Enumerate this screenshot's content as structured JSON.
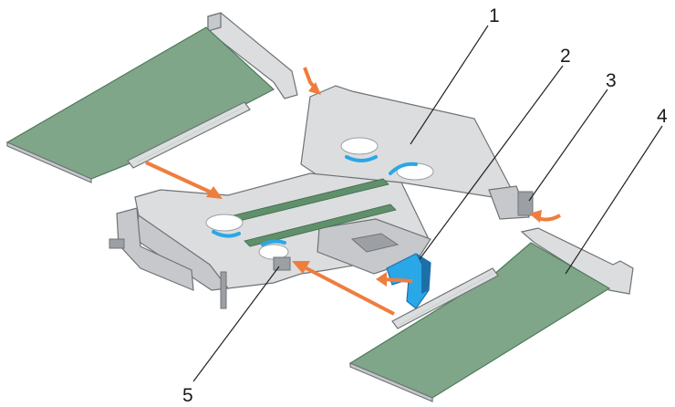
{
  "colors": {
    "pcb": "#7fa688",
    "pcb_edge": "#4f7a5c",
    "metal": "#dcdddf",
    "metal_shade": "#c6c8cb",
    "metal_dark": "#9c9fa3",
    "metal_edge": "#6f7377",
    "slot": "#5f8f6b",
    "arrow": "#ef7d3d",
    "latch": "#2aa7e6",
    "latch_dark": "#1d6fa8"
  },
  "callouts": [
    {
      "id": "1",
      "label": "1"
    },
    {
      "id": "2",
      "label": "2"
    },
    {
      "id": "3",
      "label": "3"
    },
    {
      "id": "4",
      "label": "4"
    },
    {
      "id": "5",
      "label": "5"
    }
  ]
}
